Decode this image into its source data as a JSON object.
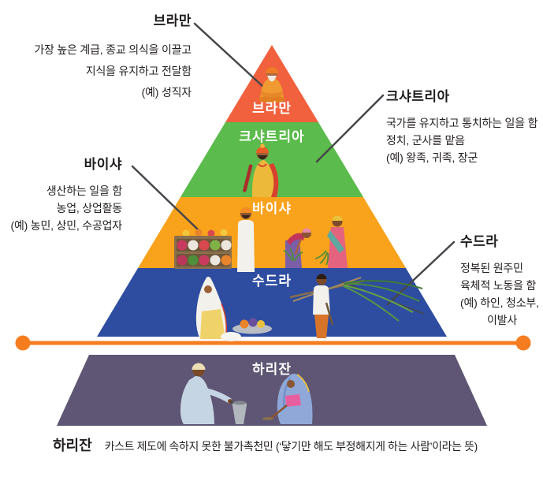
{
  "pyramid": {
    "levels": [
      {
        "label": "브라만",
        "color": "#f2613d"
      },
      {
        "label": "크샤트리아",
        "color": "#5bbb4c"
      },
      {
        "label": "바이샤",
        "color": "#f9a21b"
      },
      {
        "label": "수드라",
        "color": "#2e4da0"
      },
      {
        "label": "하리잔",
        "color": "#5e5674"
      }
    ]
  },
  "callouts": {
    "brahman": {
      "title": "브라만",
      "lines": [
        "가장 높은 계급, 종교 의식을 이끌고",
        "지식을 유지하고 전달함",
        "(예) 성직자"
      ]
    },
    "kshatriya": {
      "title": "크샤트리아",
      "lines": [
        "국가를 유지하고 통치하는 일을 함",
        "정치, 군사를 맡음",
        "(예) 왕족, 귀족, 장군"
      ]
    },
    "vaishya": {
      "title": "바이샤",
      "lines": [
        "생산하는 일을 함",
        "농업, 상업활동",
        "(예) 농민, 상민, 수공업자"
      ]
    },
    "sudra": {
      "title": "수드라",
      "lines": [
        "정복된 원주민",
        "육체적 노동을 함",
        "(예) 하인, 청소부,",
        "이발사"
      ]
    }
  },
  "caption": {
    "term": "하리잔",
    "description": "카스트 제도에 속하지 못한 불가촉천민 (‘닿기만 해도 부정해지게 하는 사람’이라는 뜻)"
  },
  "illustrations": {
    "brahman": "seated-priest-icon",
    "kshatriya": "standing-king-icon",
    "vaishya": "market-stall-and-farmers-icon",
    "sudra": "washerwoman-and-laborer-icon",
    "harijan": "seated-couple-with-pot-icon"
  },
  "colors": {
    "divider": "#f57d20",
    "connector": "#46474a",
    "text": "#231f20",
    "level_label_text": "#ffffff",
    "background": "#ffffff"
  }
}
